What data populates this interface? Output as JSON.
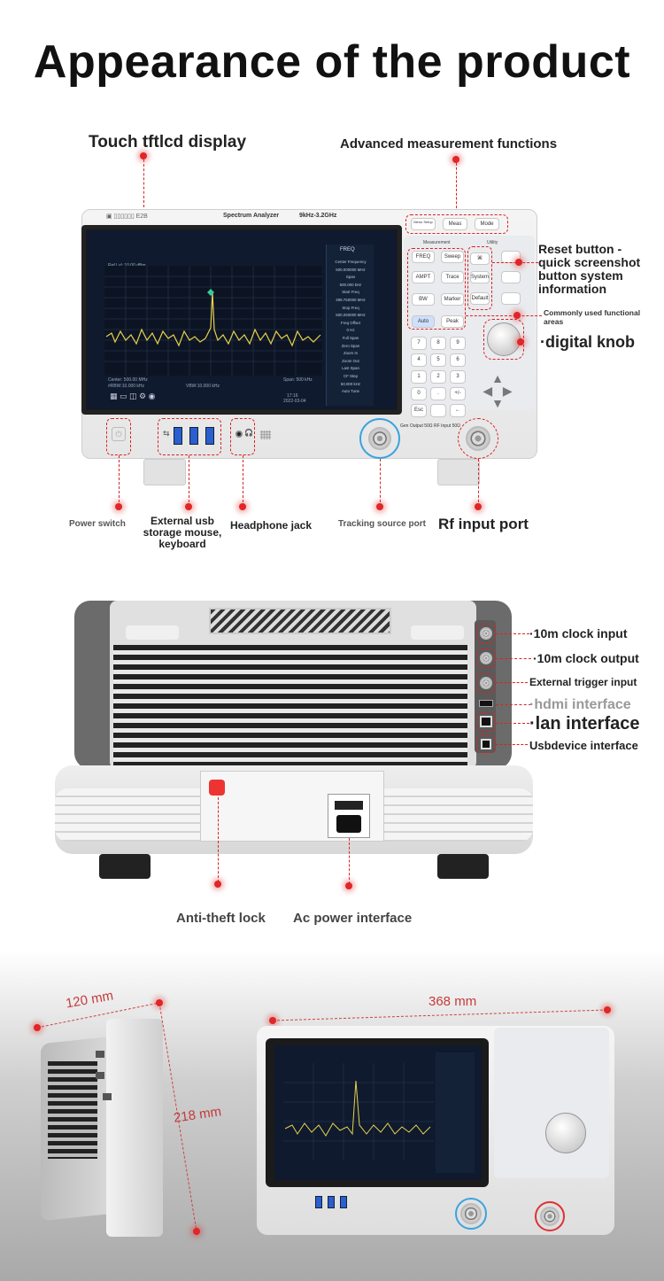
{
  "title": "Appearance of the product",
  "front": {
    "touch_label": "Touch tftlcd display",
    "advanced_label": "Advanced measurement functions",
    "reset_label_1": "Reset button -",
    "reset_label_2": "quick screenshot",
    "reset_label_3": "button system",
    "reset_label_4": "information",
    "common_label": "Commonly used functional areas",
    "knob_label": "digital knob",
    "power_label": "Power switch",
    "usb_label_1": "External usb",
    "usb_label_2": "storage mouse,",
    "usb_label_3": "keyboard",
    "headphone_label": "Headphone jack",
    "tracking_label": "Tracking source port",
    "rf_label": "Rf input port",
    "device_header": "Spectrum Analyzer",
    "device_range": "9kHz-3.2GHz",
    "top_buttons": [
      "Menu Setup",
      "Meas",
      "Mode"
    ],
    "meas_title": "Measurement",
    "utility_title": "Utility",
    "meas_buttons": [
      "FREQ",
      "Sweep",
      "AMPT",
      "Trace",
      "BW",
      "Marker",
      "Auto",
      "Peak"
    ],
    "util_buttons": [
      "System",
      "Default"
    ],
    "keypad": [
      "7",
      "8",
      "9",
      "4",
      "5",
      "6",
      "1",
      "2",
      "3",
      "0",
      ".",
      "+/-",
      "Esc",
      "",
      "←"
    ],
    "gen_output": "Gen Output 50Ω",
    "rf_input": "RF Input 50Ω",
    "screen": {
      "freq_title": "FREQ",
      "menu": [
        "Center Frequency",
        "500.000000 MHz",
        "Span",
        "500.000 kHz",
        "Start Freq",
        "499.750000 MHz",
        "Stop Freq",
        "500.250000 MHz",
        "Freq Offset",
        "0 Hz",
        "Full Span",
        "Zero Span",
        "Zoom In",
        "Zoom Out",
        "Last Span",
        "CF Step",
        "50.000 kHz",
        "Auto Tune"
      ],
      "ref_level": "Ref Lvl: 10.00 dBm",
      "center": "Center: 500.00 MHz",
      "span": "Span: 500 kHz",
      "rbw": "#RBW:10.000 kHz",
      "vbw": "VBW:10.000 kHz",
      "time": "17:16",
      "date": "2022-03-04"
    }
  },
  "rear": {
    "labels": [
      "10m clock input",
      "10m clock output",
      "External trigger input",
      "hdmi interface",
      "lan interface",
      "Usbdevice interface"
    ],
    "antitheft": "Anti-theft lock",
    "ac": "Ac power interface"
  },
  "dims": {
    "depth": "120 mm",
    "width": "368 mm",
    "height": "218 mm"
  }
}
